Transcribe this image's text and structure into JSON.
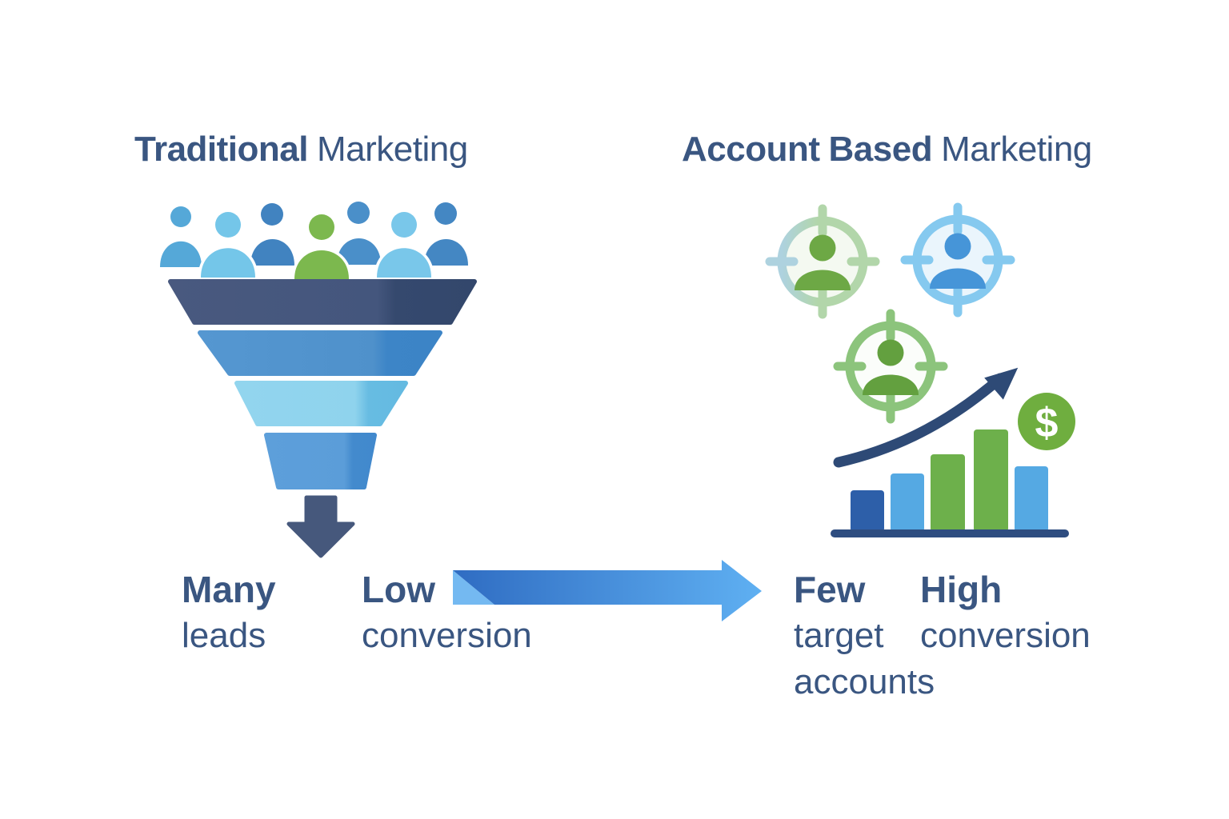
{
  "page": {
    "background": "#ffffff",
    "text_color": "#3a5681"
  },
  "left": {
    "title": {
      "bold": "Traditional",
      "regular": "Marketing"
    },
    "audience": {
      "person_count": 7,
      "person_colors": [
        "#55a8d8",
        "#74c6e9",
        "#4183c0",
        "#7cb84e",
        "#4a8fc9",
        "#79c7ea",
        "#4487c3"
      ]
    },
    "funnel": {
      "segment_count": 4,
      "segment_colors": [
        "#44567d",
        "#4f91cb",
        "#8fd3ed",
        "#5b9dd9"
      ],
      "down_arrow_color": "#46587c"
    },
    "labels": {
      "leads_bold": "Many",
      "leads_rest": "leads",
      "conversion_bold": "Low",
      "conversion_rest": "conversion"
    }
  },
  "connector": {
    "shape": "right-arrow",
    "gradient": [
      "#2f6cc2",
      "#5fb0f2"
    ],
    "fold_color": "#74b9f1"
  },
  "right": {
    "title": {
      "bold": "Account",
      "semibold": "Based",
      "regular": "Marketing"
    },
    "targets": {
      "count": 3,
      "ring_colors": [
        "#b2d6aa",
        "#85c9ef",
        "#8cc47c"
      ],
      "person_colors": [
        "#6da845",
        "#4695d8",
        "#63a03f"
      ]
    },
    "growth_chart": {
      "bar_colors": [
        "#2d5fa9",
        "#55a9e3",
        "#6db04b",
        "#6db04b",
        "#55a9e3"
      ],
      "bar_relative_heights": [
        50,
        71,
        95,
        126,
        80
      ],
      "trend_arrow_color": "#2e4a76",
      "coin_symbol": "$",
      "coin_color": "#6fae3f"
    },
    "labels": {
      "accounts_bold": "Few",
      "accounts_rest": "target accounts",
      "conversion_bold": "High",
      "conversion_rest": "conversion"
    }
  }
}
